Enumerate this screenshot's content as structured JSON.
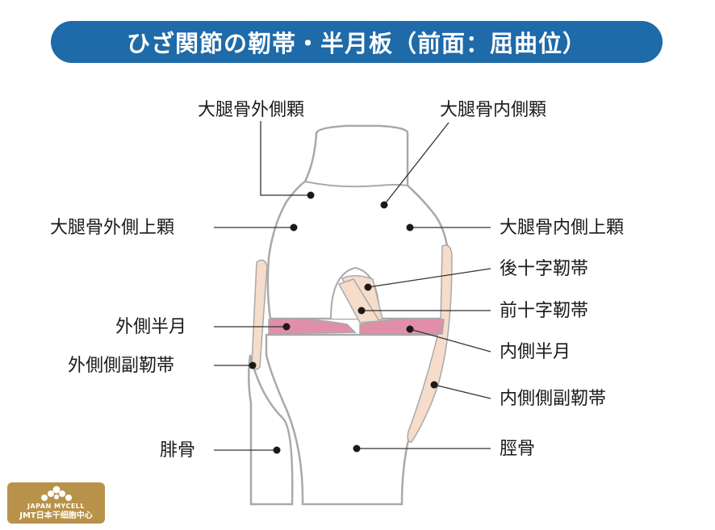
{
  "title": "ひざ関節の靭帯・半月板（前面：屈曲位）",
  "labels": {
    "femur_lateral_condyle": "大腿骨外側顆",
    "femur_medial_condyle": "大腿骨内側顆",
    "femur_lateral_epicondyle": "大腿骨外側上顆",
    "femur_medial_epicondyle": "大腿骨内側上顆",
    "posterior_cruciate": "後十字靭帯",
    "anterior_cruciate": "前十字靭帯",
    "lateral_meniscus": "外側半月",
    "medial_meniscus": "内側半月",
    "lateral_collateral": "外側側副靭帯",
    "medial_collateral": "内側側副靭帯",
    "fibula": "腓骨",
    "tibia": "脛骨"
  },
  "logo": {
    "line1": "JAPAN MYCELL",
    "line2": "JMT日本干细胞中心"
  },
  "colors": {
    "title_bg": "#1f6aa8",
    "meniscus": "#e18fa9",
    "ligament": "#f5dccb",
    "bone_outline": "#a9a9a9",
    "logo_bg": "#b8924a"
  }
}
